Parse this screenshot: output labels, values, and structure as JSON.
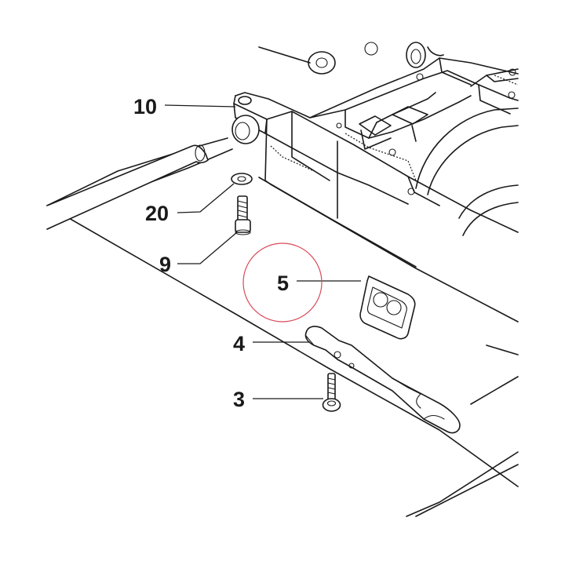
{
  "diagram": {
    "callouts": [
      {
        "id": "10",
        "label": "10"
      },
      {
        "id": "20",
        "label": "20"
      },
      {
        "id": "9",
        "label": "9"
      },
      {
        "id": "5",
        "label": "5",
        "highlighted": true
      },
      {
        "id": "4",
        "label": "4"
      },
      {
        "id": "3",
        "label": "3"
      }
    ],
    "highlight_color": "#d84a5a",
    "line_color": "#1a1a1a"
  }
}
